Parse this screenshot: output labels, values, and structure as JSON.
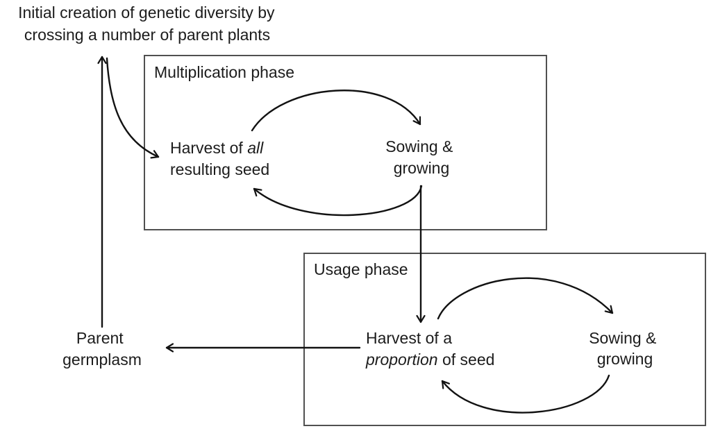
{
  "colors": {
    "background": "#ffffff",
    "text": "#1c1c1c",
    "box_border": "#505050",
    "arrow": "#121212"
  },
  "top_label": {
    "line1": "Initial creation of genetic diversity by",
    "line2": "crossing a number of parent plants"
  },
  "multiplication_phase": {
    "title": "Multiplication phase",
    "harvest_node": {
      "line1_prefix": "Harvest of ",
      "line1_italic": "all",
      "line2": "resulting seed"
    },
    "sowing_node": {
      "line1": "Sowing &",
      "line2": "growing"
    }
  },
  "usage_phase": {
    "title": "Usage phase",
    "harvest_node": {
      "line1": "Harvest of a",
      "line2_italic": "proportion",
      "line2_suffix": " of seed"
    },
    "sowing_node": {
      "line1": "Sowing &",
      "line2": "growing"
    }
  },
  "parent_germplasm": {
    "line1": "Parent",
    "line2": "germplasm"
  }
}
